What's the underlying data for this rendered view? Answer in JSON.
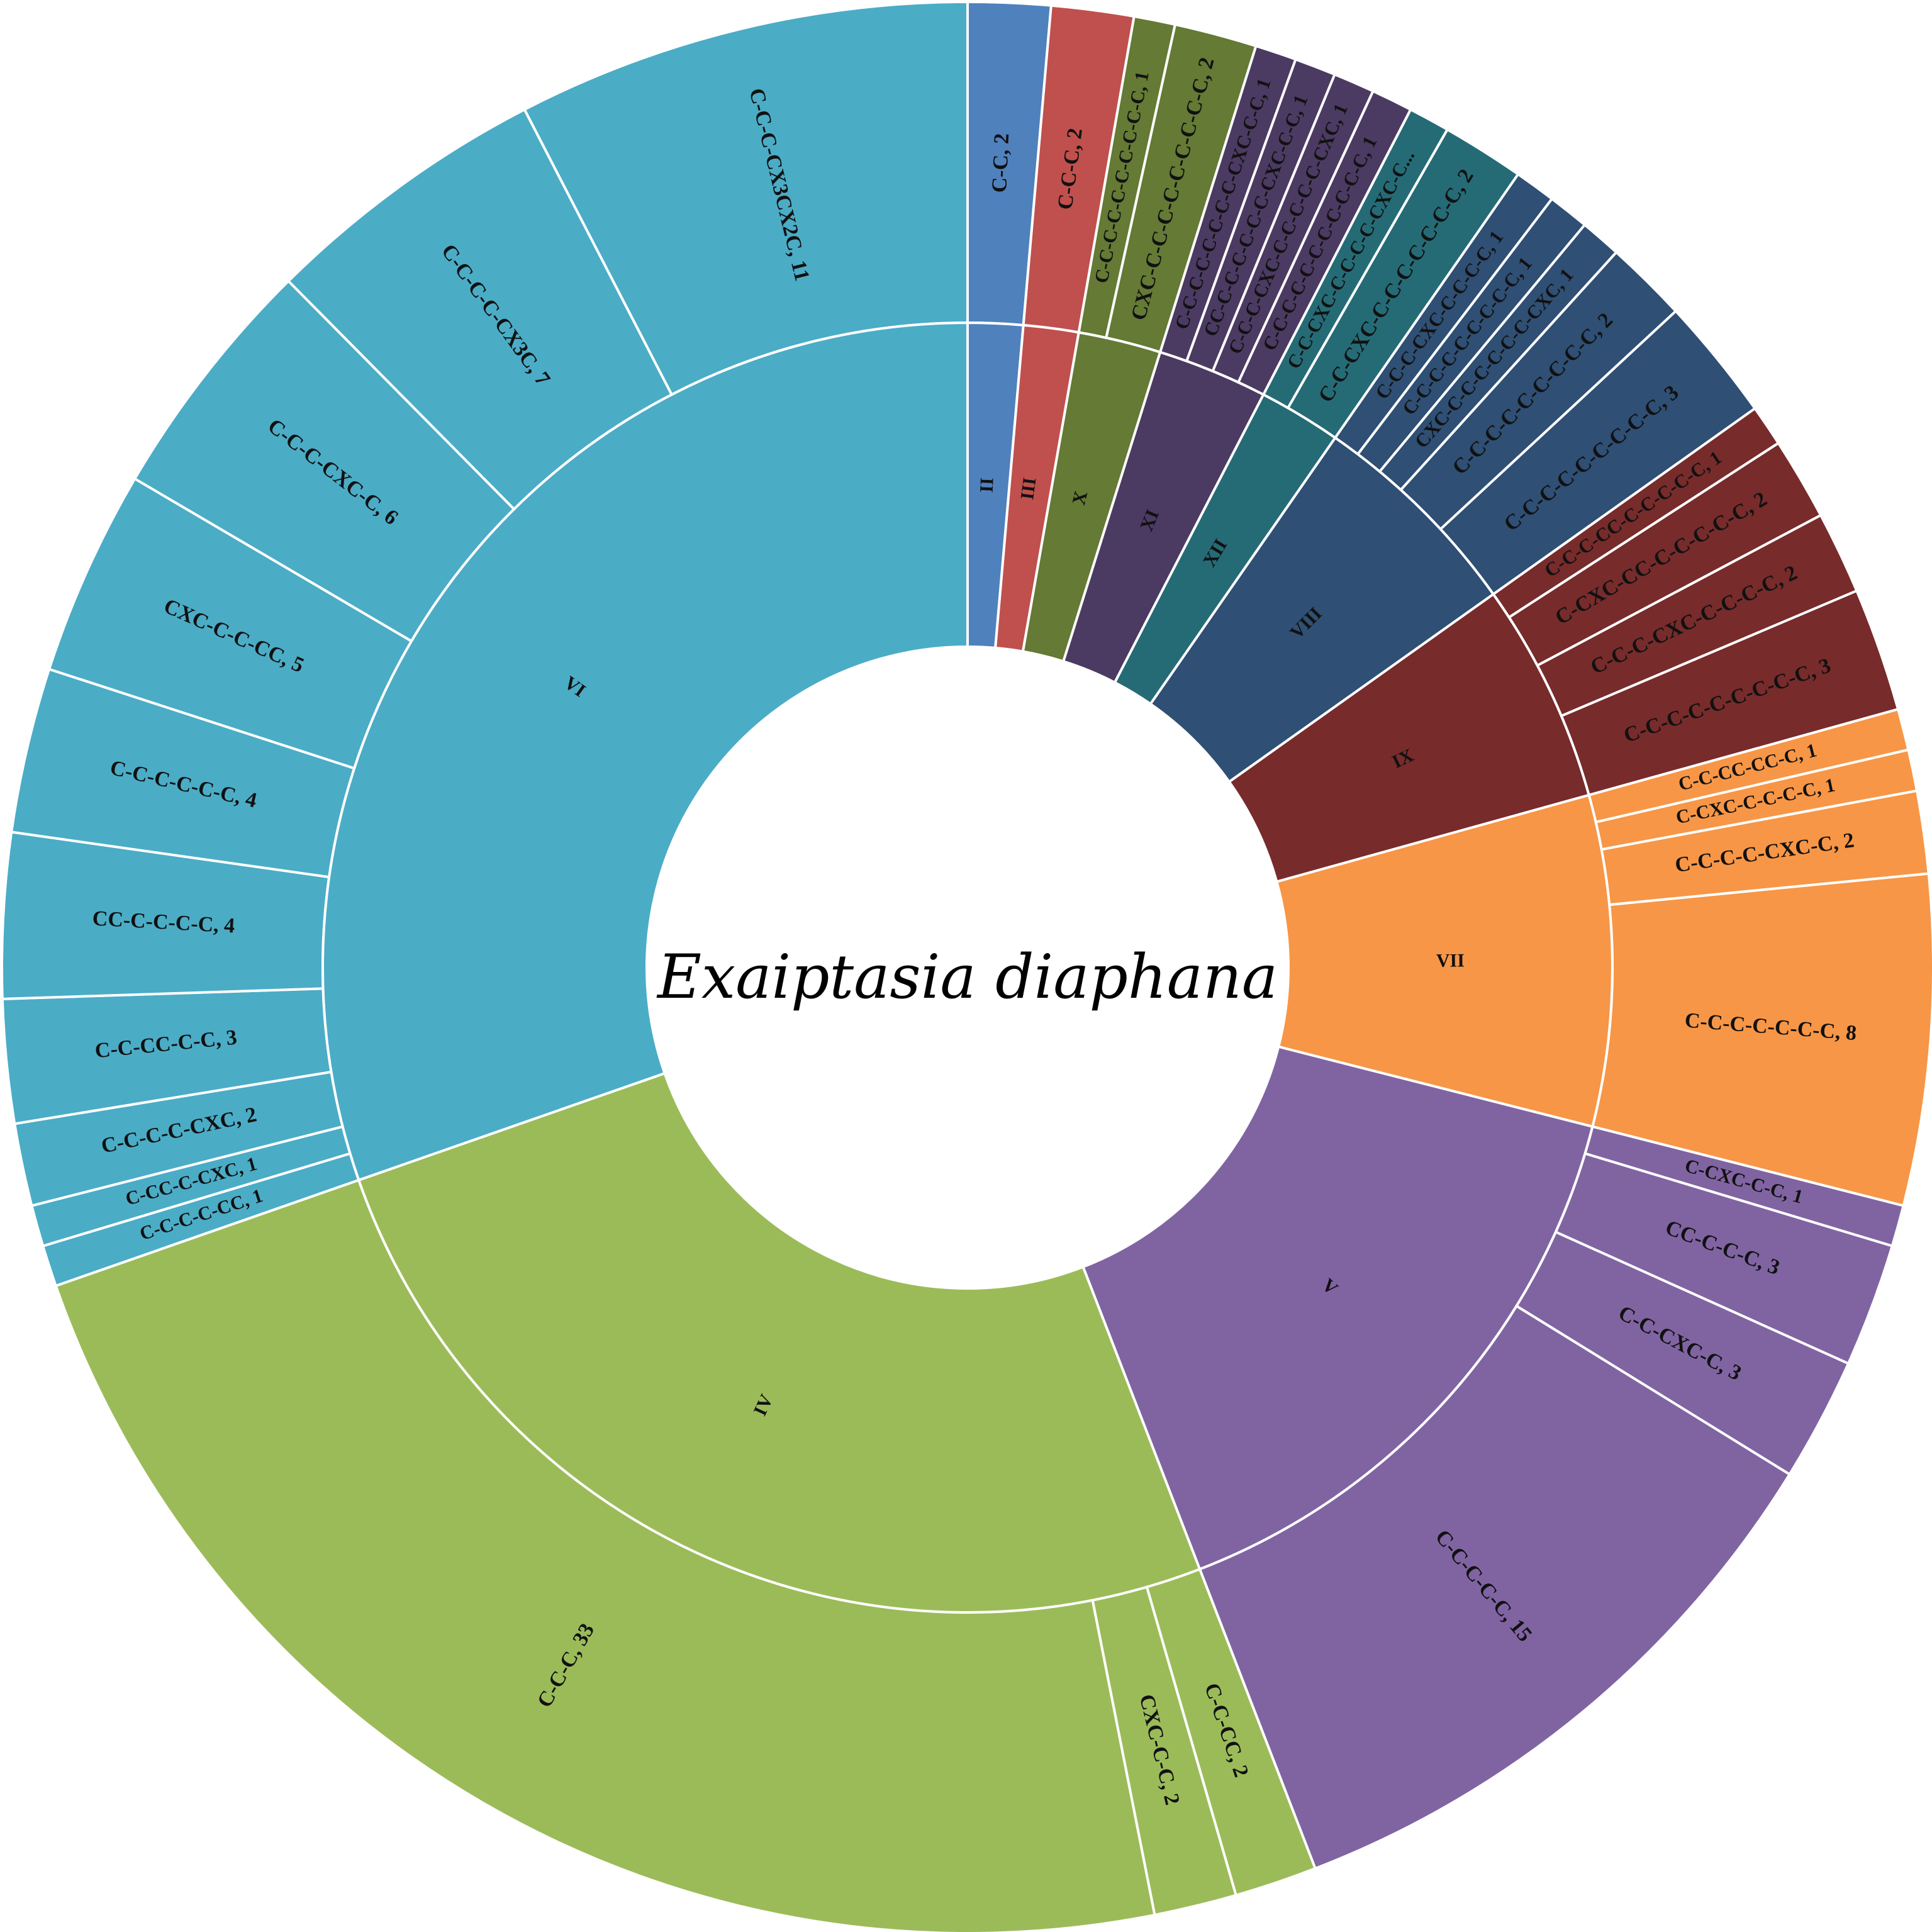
{
  "chart_data": {
    "type": "sunburst",
    "title": "Exaiptasia diaphana",
    "groups": [
      {
        "name": "II",
        "color": "#4f81bd",
        "children": [
          {
            "label": "C-C, 2",
            "value": 2
          }
        ]
      },
      {
        "name": "III",
        "color": "#c0504d",
        "children": [
          {
            "label": "C-C-C, 2",
            "value": 2
          }
        ]
      },
      {
        "name": "X",
        "color": "#647a35",
        "children": [
          {
            "label": "C-C-C-C-C-C-C-C-C-C, 1",
            "value": 1
          },
          {
            "label": "CXC-C-C-C-C-C-C-C-C-C, 2",
            "value": 2
          }
        ]
      },
      {
        "name": "XI",
        "color": "#4b3a62",
        "children": [
          {
            "label": "C-C-C-C-C-C-C-C-CXC-C-C, 1",
            "value": 1
          },
          {
            "label": "CC-C-C-C-C-C-C-CXC-C-C, 1",
            "value": 1
          },
          {
            "label": "C-C-C-CXC-C-C-C-C-C-CXC, 1",
            "value": 1
          },
          {
            "label": "C-C-C-C-C-C-C-C-C-C-C, 1",
            "value": 1
          }
        ]
      },
      {
        "name": "XII",
        "color": "#256b76",
        "children": [
          {
            "label": "C-C-CXC-C-C-C-C-CXC-C...",
            "value": 1
          },
          {
            "label": "C-C-CXC-C-C-C-C-C-C-C, 2",
            "value": 2
          }
        ]
      },
      {
        "name": "VIII",
        "color": "#2f4f74",
        "children": [
          {
            "label": "C-C-C-CXC-C-C-C-C, 1",
            "value": 1
          },
          {
            "label": "C-C-C-C-C-C-C-C-C, 1",
            "value": 1
          },
          {
            "label": "CXC-C-C-C-C-C-C-CXC, 1",
            "value": 1
          },
          {
            "label": "C-C-C-C-C-C-C-C-C, 2",
            "value": 2
          },
          {
            "label": "C-C-C-C-C-C-C-C-C, 3",
            "value": 3
          }
        ]
      },
      {
        "name": "IX",
        "color": "#772b2b",
        "children": [
          {
            "label": "C-C-C-CC-C-C-C-C-C, 1",
            "value": 1
          },
          {
            "label": "C-CXC-CC-C-C-C-C-C, 2",
            "value": 2
          },
          {
            "label": "C-C-C-CXC-C-C-C-C, 2",
            "value": 2
          },
          {
            "label": "C-C-C-C-C-C-C-C-C, 3",
            "value": 3
          }
        ]
      },
      {
        "name": "VII",
        "color": "#f79646",
        "children": [
          {
            "label": "C-C-CC-CC-C, 1",
            "value": 1
          },
          {
            "label": "C-CXC-C-C-C-C, 1",
            "value": 1
          },
          {
            "label": "C-C-C-C-CXC-C, 2",
            "value": 2
          },
          {
            "label": "C-C-C-C-C-C-C, 8",
            "value": 8
          }
        ]
      },
      {
        "name": "V",
        "color": "#8064a2",
        "children": [
          {
            "label": "C-CXC-C-C, 1",
            "value": 1
          },
          {
            "label": "CC-C-C-C, 3",
            "value": 3
          },
          {
            "label": "C-C-CXC-C, 3",
            "value": 3
          },
          {
            "label": "C-C-C-C-C, 15",
            "value": 15
          }
        ]
      },
      {
        "name": "IV",
        "color": "#9bbb59",
        "children": [
          {
            "label": "C-C-CC, 2",
            "value": 2
          },
          {
            "label": "CXC-C-C, 2",
            "value": 2
          },
          {
            "label": "C-C-C, 33",
            "value": 33
          }
        ]
      },
      {
        "name": "VI",
        "color": "#4bacc6",
        "children": [
          {
            "label": "C-C-C-C-CC, 1",
            "value": 1
          },
          {
            "label": "C-CC-C-CXC, 1",
            "value": 1
          },
          {
            "label": "C-C-C-C-CXC, 2",
            "value": 2
          },
          {
            "label": "C-C-CC-C-C, 3",
            "value": 3
          },
          {
            "label": "CC-C-C-C-C, 4",
            "value": 4
          },
          {
            "label": "C-C-C-C-C-C, 4",
            "value": 4
          },
          {
            "label": "CXC-C-C-CC, 5",
            "value": 5
          },
          {
            "label": "C-C-C-CXC-C, 6",
            "value": 6
          },
          {
            "label": "C-C-C-C-CX3C, 7",
            "value": 7
          },
          {
            "label": "C-C-C-CX3CX2C, 11",
            "value": 11
          }
        ]
      }
    ]
  }
}
